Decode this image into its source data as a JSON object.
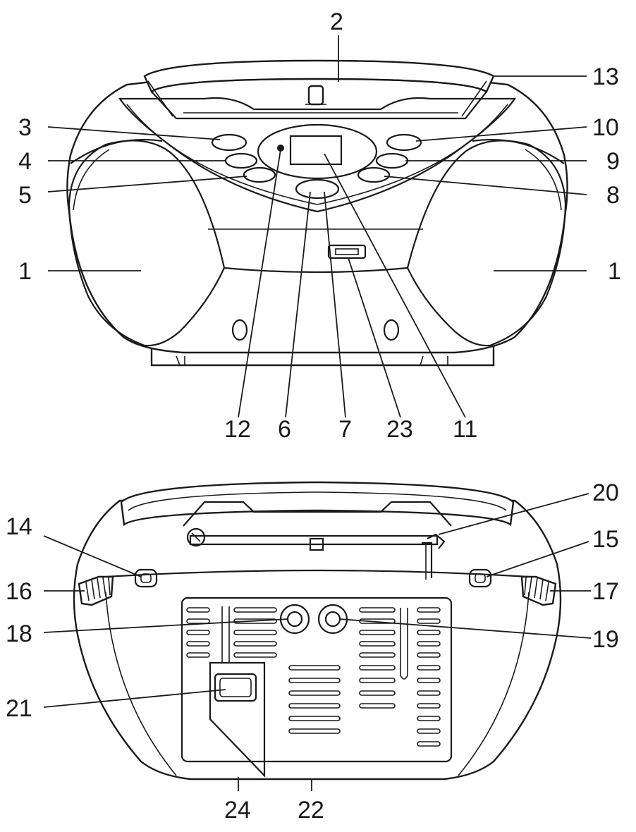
{
  "front_view": {
    "callouts": {
      "speaker_left": "1",
      "speaker_right": "1",
      "cd_door": "2",
      "button_3": "3",
      "button_4": "4",
      "button_5": "5",
      "button_6": "6",
      "button_7": "7",
      "button_8": "8",
      "button_9": "9",
      "button_10": "10",
      "display": "11",
      "indicator": "12",
      "handle": "13",
      "usb_port": "23"
    }
  },
  "rear_view": {
    "callouts": {
      "item_14": "14",
      "item_15": "15",
      "item_16": "16",
      "item_17": "17",
      "jack_18": "18",
      "jack_19": "19",
      "antenna": "20",
      "battery_compartment": "21",
      "item_22": "22",
      "item_24": "24"
    }
  }
}
